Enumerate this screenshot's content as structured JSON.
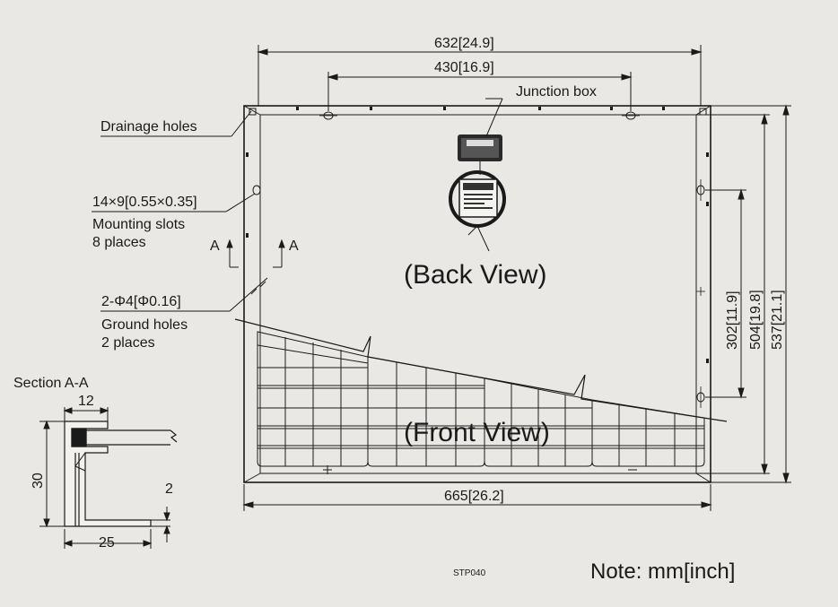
{
  "dimensions": {
    "overall_width": "632[24.9]",
    "slot_spacing_width": "430[16.9]",
    "frame_width": "665[26.2]",
    "slot_spacing_height": "302[11.9]",
    "inner_height": "504[19.8]",
    "overall_height": "537[21.1]"
  },
  "labels": {
    "junction_box": "Junction box",
    "drainage_holes": "Drainage holes",
    "mounting_slots": [
      "14×9[0.55×0.35]",
      "Mounting slots",
      "8 places"
    ],
    "ground_holes": [
      "2-Φ4[Φ0.16]",
      "Ground holes",
      "2 places"
    ],
    "section_marker": "A",
    "back_view": "(Back View)",
    "front_view": "(Front View)"
  },
  "section": {
    "title": "Section  A-A",
    "width_top": "12",
    "height": "30",
    "thickness": "2",
    "width_bottom": "25"
  },
  "footer": {
    "code": "STP040",
    "note": "Note: mm[inch]"
  }
}
